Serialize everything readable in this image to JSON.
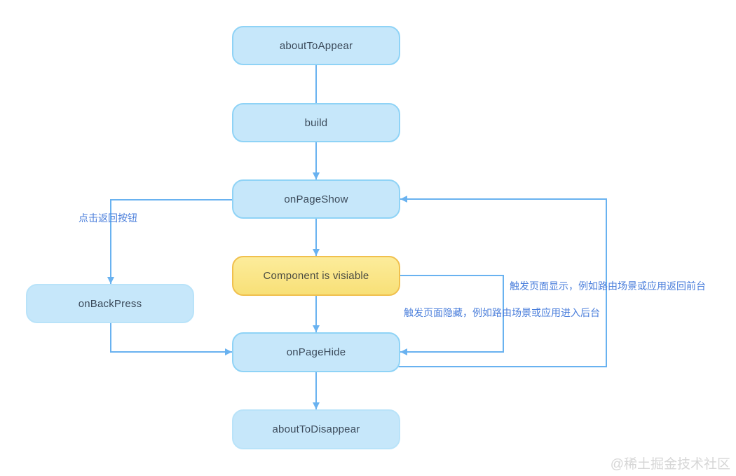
{
  "diagram": {
    "title": "Component page lifecycle flowchart",
    "nodes": {
      "aboutToAppear": {
        "label": "aboutToAppear"
      },
      "build": {
        "label": "build"
      },
      "onPageShow": {
        "label": "onPageShow"
      },
      "componentVisible": {
        "label": "Component is visiable"
      },
      "onPageHide": {
        "label": "onPageHide"
      },
      "aboutToDisappear": {
        "label": "aboutToDisappear"
      },
      "onBackPress": {
        "label": "onBackPress"
      }
    },
    "edge_labels": {
      "back_button": "点击返回按钮",
      "page_show": "触发页面显示，例如路由场景或应用返回前台",
      "page_hide": "触发页面隐藏，例如路由场景或应用进入后台"
    },
    "colors": {
      "node_fill": "#c6e7fa",
      "node_border": "#8fd3f6",
      "highlight_fill": "#fae27c",
      "highlight_border": "#f0c04e",
      "connector": "#69b2f0",
      "edge_label_text": "#4a7edb",
      "node_text": "#3b4a5a",
      "watermark_text": "#d6d6d6"
    }
  },
  "watermark": "@稀土掘金技术社区"
}
